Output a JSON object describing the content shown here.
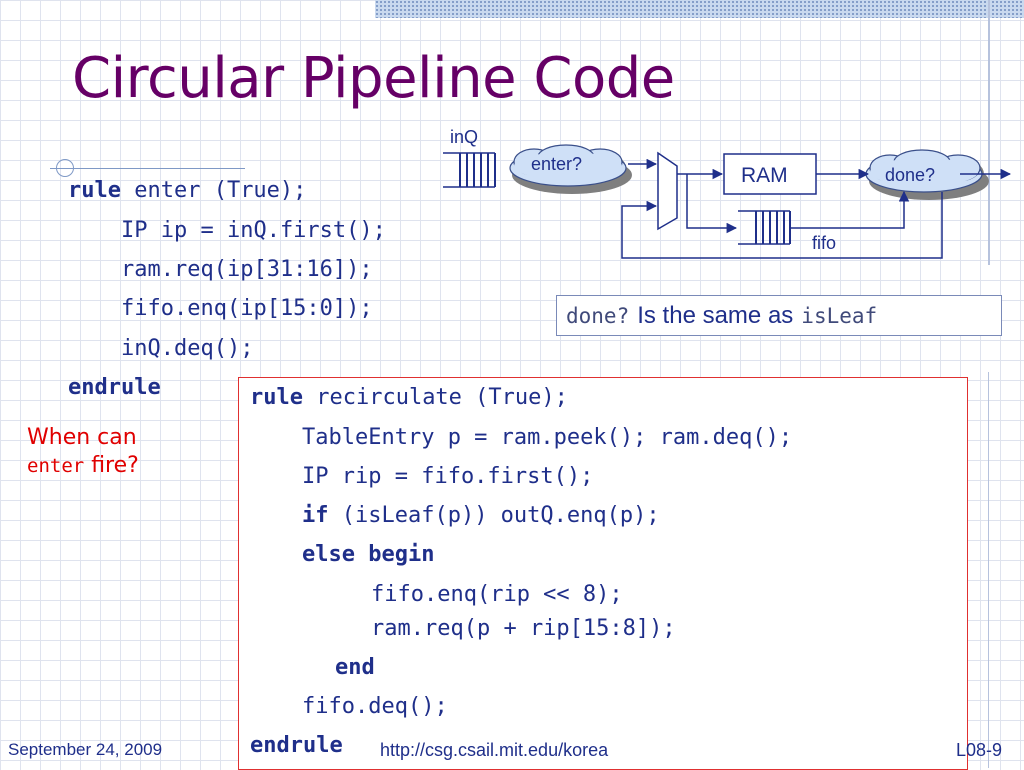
{
  "slide": {
    "title": "Circular Pipeline Code"
  },
  "diagram": {
    "inq_label": "inQ",
    "enter_cloud": "enter?",
    "ram_label": "RAM",
    "done_cloud": "done?",
    "fifo_label": "fifo"
  },
  "note": {
    "done_code": "done?",
    "text": "Is the same as",
    "isleaf_code": "isLeaf"
  },
  "enter_rule": {
    "line1_kw": "rule",
    "line1_rest": " enter (True);",
    "line2": "IP ip = inQ.first();",
    "line3": "ram.req(ip[31:16]);",
    "line4": "fifo.enq(ip[15:0]);",
    "line5": "inQ.deq();",
    "line6_kw": "endrule"
  },
  "question": {
    "line1": "When can",
    "code": "enter",
    "line2_rest": " fire?"
  },
  "recirculate_rule": {
    "line1_kw": "rule",
    "line1_rest": " recirculate (True);",
    "line2": "TableEntry p = ram.peek(); ram.deq();",
    "line3": "IP rip = fifo.first();",
    "line4_kw": "if",
    "line4_rest": " (isLeaf(p)) outQ.enq(p);",
    "line5_kw": "else begin",
    "line6": "fifo.enq(rip << 8);",
    "line7": "ram.req(p + rip[15:8]);",
    "line8_kw": "end",
    "line9": "fifo.deq();",
    "line10_kw": "endrule"
  },
  "footer": {
    "date": "September 24, 2009",
    "url": "http://csg.csail.mit.edu/korea",
    "slide_number": "L08-9"
  }
}
